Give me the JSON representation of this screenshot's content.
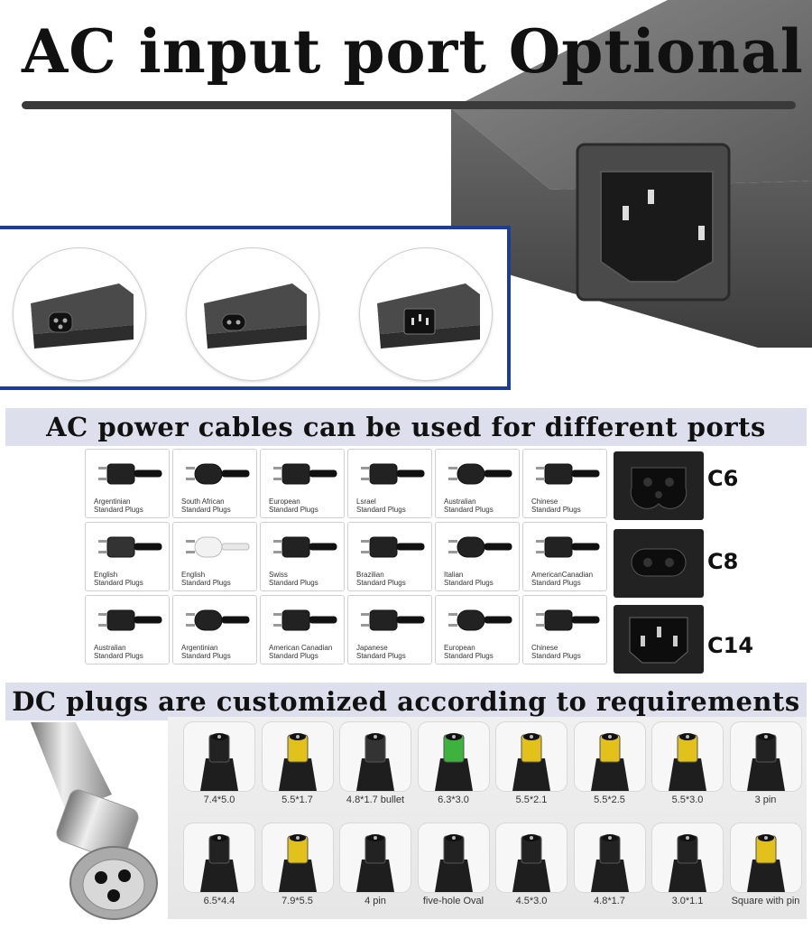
{
  "title": "AC input port Optional",
  "band_cables": "AC power cables can be used for different ports",
  "band_dc": "DC plugs are customized according to requirements",
  "plugs": [
    "Argentinian\nStandard Plugs",
    "South African\nStandard Plugs",
    "European\nStandard Plugs",
    "Lsrael\nStandard Plugs",
    "Australian\nStandard Plugs",
    "Chinese\nStandard Plugs",
    "English\nStandard Plugs",
    "English\nStandard Plugs",
    "Swiss\nStandard Plugs",
    "Brazilian\nStandard Plugs",
    "Italian\nStandard Plugs",
    "AmericanCanadian\nStandard Plugs",
    "Australian\nStandard Plugs",
    "Argentinian\nStandard Plugs",
    "American Canadian\nStandard Plugs",
    "Japanese\nStandard Plugs",
    "European\nStandard Plugs",
    "Chinese\nStandard Plugs"
  ],
  "ports": [
    "C6",
    "C8",
    "C14"
  ],
  "dc_plugs": [
    "7.4*5.0",
    "5.5*1.7",
    "4.8*1.7 bullet",
    "6.3*3.0",
    "5.5*2.1",
    "5.5*2.5",
    "5.5*3.0",
    "3 pin",
    "6.5*4.4",
    "7.9*5.5",
    "4 pin",
    "five-hole Oval",
    "4.5*3.0",
    "4.8*1.7",
    "3.0*1.1",
    "Square with pin"
  ]
}
